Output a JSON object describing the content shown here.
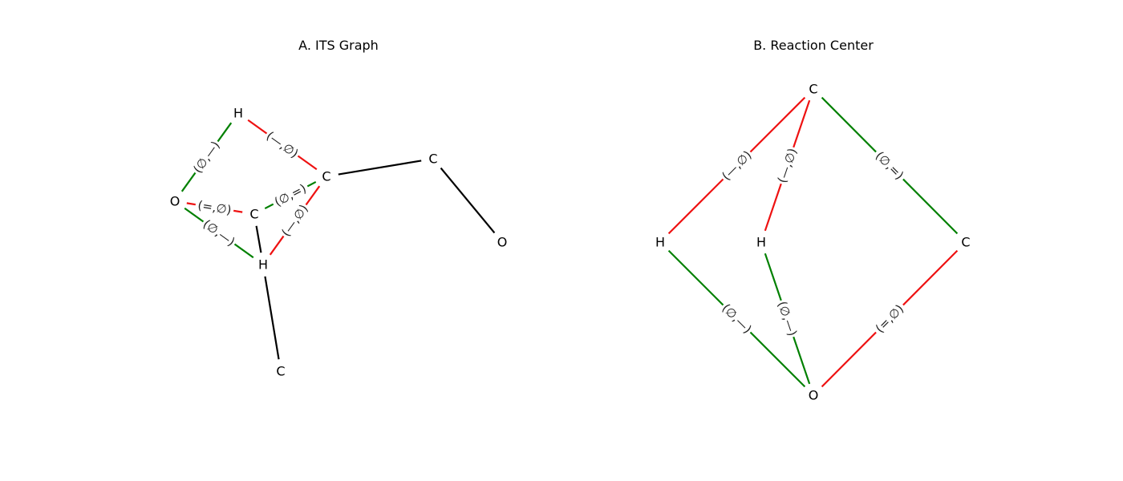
{
  "colors": {
    "formed": "#008000",
    "broken": "#ee1111",
    "unchanged": "#000000"
  },
  "panels": [
    {
      "id": "its-graph",
      "title": "A. ITS Graph",
      "nodes": [
        {
          "id": "h1",
          "label": "H"
        },
        {
          "id": "o1",
          "label": "O"
        },
        {
          "id": "c1",
          "label": "C"
        },
        {
          "id": "c2",
          "label": "C"
        },
        {
          "id": "h2",
          "label": "H"
        },
        {
          "id": "c3",
          "label": "C"
        },
        {
          "id": "c4",
          "label": "C"
        },
        {
          "id": "o2",
          "label": "O"
        }
      ],
      "edges": [
        {
          "from": "h1",
          "to": "o1",
          "kind": "formed",
          "label": "(∅,—)"
        },
        {
          "from": "h1",
          "to": "c2",
          "kind": "broken",
          "label": "(—,∅)"
        },
        {
          "from": "o1",
          "to": "c1",
          "kind": "broken",
          "label": "(=,∅)"
        },
        {
          "from": "o1",
          "to": "h2",
          "kind": "formed",
          "label": "(∅,—)"
        },
        {
          "from": "c1",
          "to": "c2",
          "kind": "formed",
          "label": "(∅,=)"
        },
        {
          "from": "h2",
          "to": "c2",
          "kind": "broken",
          "label": "(—,∅)"
        },
        {
          "from": "c1",
          "to": "h2",
          "kind": "unchanged",
          "label": ""
        },
        {
          "from": "h2",
          "to": "c3",
          "kind": "unchanged",
          "label": ""
        },
        {
          "from": "c2",
          "to": "c4",
          "kind": "unchanged",
          "label": ""
        },
        {
          "from": "c4",
          "to": "o2",
          "kind": "unchanged",
          "label": ""
        }
      ]
    },
    {
      "id": "reaction-center",
      "title": "B. Reaction Center",
      "nodes": [
        {
          "id": "ct",
          "label": "C"
        },
        {
          "id": "hl",
          "label": "H"
        },
        {
          "id": "hm",
          "label": "H"
        },
        {
          "id": "cr",
          "label": "C"
        },
        {
          "id": "ob",
          "label": "O"
        }
      ],
      "edges": [
        {
          "from": "ct",
          "to": "hl",
          "kind": "broken",
          "label": "(—,∅)"
        },
        {
          "from": "ct",
          "to": "hm",
          "kind": "broken",
          "label": "(—,∅)"
        },
        {
          "from": "ct",
          "to": "cr",
          "kind": "formed",
          "label": "(∅,=)"
        },
        {
          "from": "hl",
          "to": "ob",
          "kind": "formed",
          "label": "(∅,—)"
        },
        {
          "from": "hm",
          "to": "ob",
          "kind": "formed",
          "label": "(∅,—)"
        },
        {
          "from": "cr",
          "to": "ob",
          "kind": "broken",
          "label": "(=,∅)"
        }
      ]
    }
  ]
}
